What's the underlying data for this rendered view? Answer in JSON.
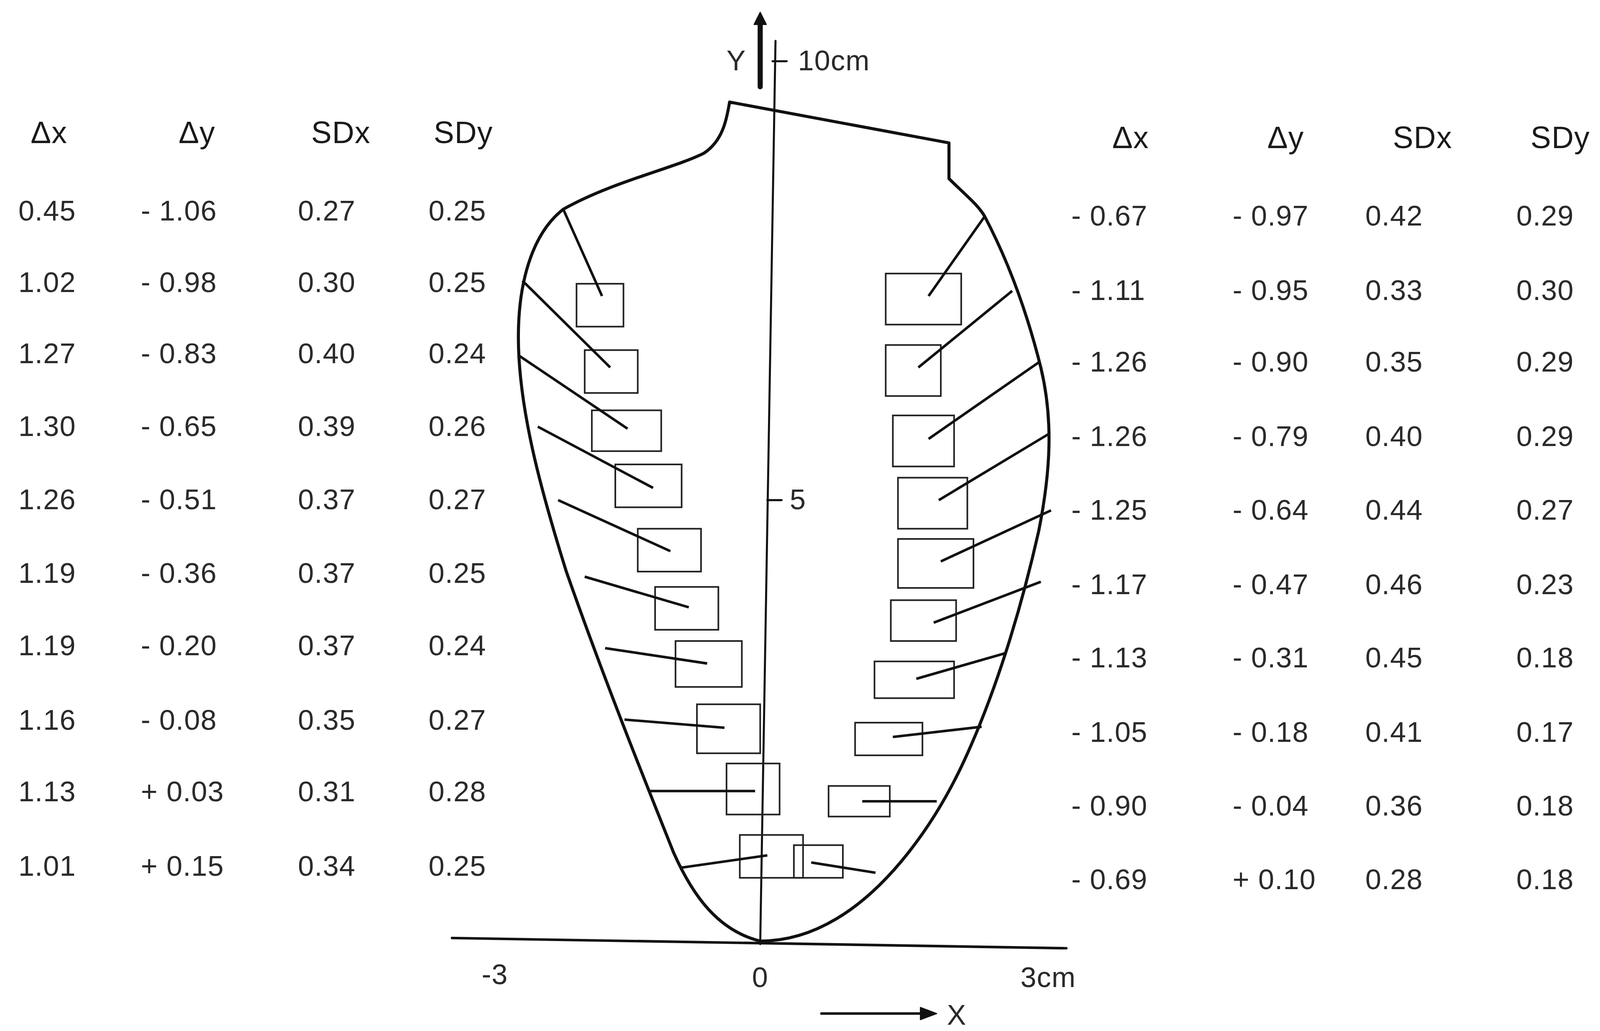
{
  "diagram": {
    "labels": [
      "Δx",
      "Δy",
      "SDx",
      "SDy",
      "0.45",
      "- 1.06",
      "0.27",
      "0.25",
      "1.02",
      "- 0.98",
      "0.30",
      "0.25",
      "1.27",
      "- 0.83",
      "0.40",
      "0.24",
      "1.30",
      "- 0.65",
      "0.39",
      "0.26",
      "1.26",
      "- 0.51",
      "0.37",
      "0.27",
      "1.19",
      "- 0.36",
      "0.37",
      "0.25",
      "1.19",
      "- 0.20",
      "0.37",
      "0.24",
      "1.16",
      "- 0.08",
      "0.35",
      "0.27",
      "1.13",
      "+ 0.03",
      "0.31",
      "0.28",
      "1.01",
      "+ 0.15",
      "0.34",
      "0.25",
      "Δx",
      "Δy",
      "SDx",
      "SDy",
      "- 0.67",
      "- 0.97",
      "0.42",
      "0.29",
      "- 1.11",
      "- 0.95",
      "0.33",
      "0.30",
      "- 1.26",
      "- 0.90",
      "0.35",
      "0.29",
      "- 1.26",
      "- 0.79",
      "0.40",
      "0.29",
      "- 1.25",
      "- 0.64",
      "0.44",
      "0.27",
      "- 1.17",
      "- 0.47",
      "0.46",
      "0.23",
      "- 1.13",
      "- 0.31",
      "0.45",
      "0.18",
      "- 1.05",
      "- 0.18",
      "0.41",
      "0.17",
      "- 0.90",
      "- 0.04",
      "0.36",
      "0.18",
      "- 0.69",
      "+ 0.10",
      "0.28",
      "0.18",
      "Y",
      "10cm",
      "5",
      "-3",
      "0",
      "3cm",
      "X"
    ]
  }
}
